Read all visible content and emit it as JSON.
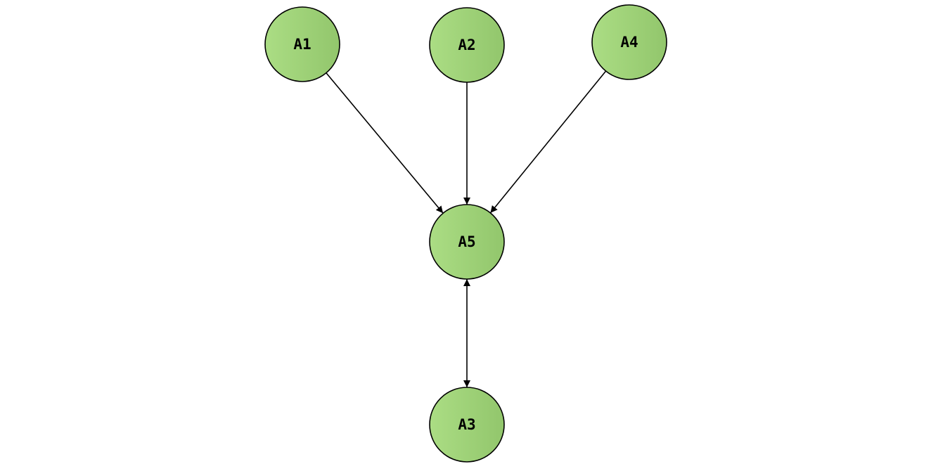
{
  "diagram": {
    "node_fill": [
      "#abdd84",
      "#92c66c"
    ],
    "nodes": [
      {
        "id": "A1",
        "label": "A1"
      },
      {
        "id": "A2",
        "label": "A2"
      },
      {
        "id": "A4",
        "label": "A4"
      },
      {
        "id": "A5",
        "label": "A5"
      },
      {
        "id": "A3",
        "label": "A3"
      }
    ],
    "edges": [
      {
        "from": "A1",
        "to": "A5",
        "direction": "forward"
      },
      {
        "from": "A2",
        "to": "A5",
        "direction": "forward"
      },
      {
        "from": "A4",
        "to": "A5",
        "direction": "forward"
      },
      {
        "from": "A5",
        "to": "A3",
        "direction": "both"
      }
    ]
  }
}
